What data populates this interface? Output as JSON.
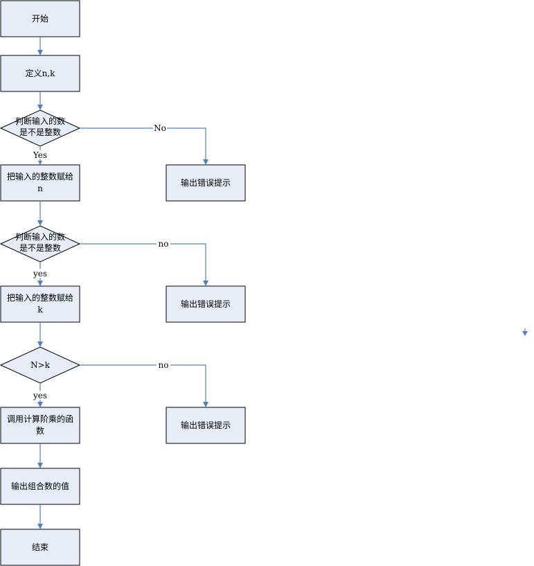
{
  "nodes": {
    "start": [
      "开始"
    ],
    "define": [
      "定义n,k"
    ],
    "check1": [
      "判断输入的数",
      "是不是整数"
    ],
    "assign_n": [
      "把输入的整数赋给",
      "n"
    ],
    "error1": [
      "输出错误提示"
    ],
    "check2": [
      "判断输入的数",
      "是不是整数"
    ],
    "assign_k": [
      "把输入的整数赋给",
      "k"
    ],
    "error2": [
      "输出错误提示"
    ],
    "compare": [
      "N>k"
    ],
    "call_func": [
      "调用计算阶乘的函",
      "数"
    ],
    "error3": [
      "输出错误提示"
    ],
    "output": [
      "输出组合数的值"
    ],
    "end": [
      "结束"
    ]
  },
  "edge_labels": {
    "check1_yes": "Yes",
    "check1_no": "No",
    "check2_yes": "yes",
    "check2_no": "no",
    "compare_yes": "yes",
    "compare_no": "no"
  },
  "colors": {
    "node_fill": "#e7ecf6",
    "node_stroke": "#000000",
    "edge": "#4f81bd"
  }
}
